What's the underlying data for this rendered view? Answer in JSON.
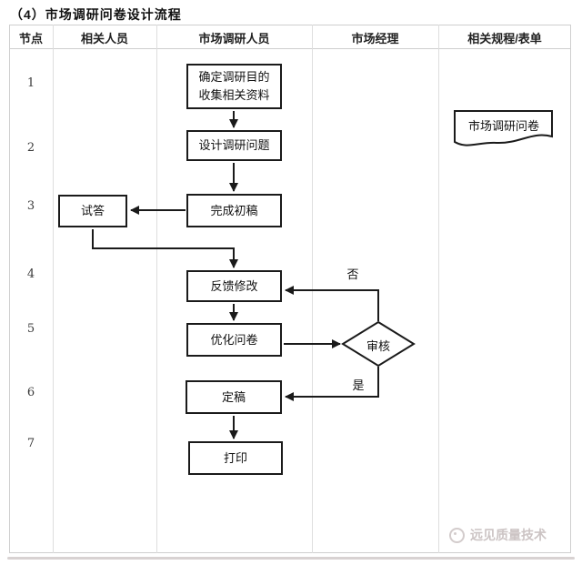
{
  "title": "（4）市场调研问卷设计流程",
  "table": {
    "headers": [
      "节点",
      "相关人员",
      "市场调研人员",
      "市场经理",
      "相关规程/表单"
    ],
    "node_numbers": [
      "1",
      "2",
      "3",
      "4",
      "5",
      "6",
      "7"
    ]
  },
  "flowchart": {
    "step1_line1": "确定调研目的",
    "step1_line2": "收集相关资料",
    "step2": "设计调研问题",
    "trial": "试答",
    "step3": "完成初稿",
    "step4": "反馈修改",
    "step5": "优化问卷",
    "decision": "审核",
    "step6": "定稿",
    "step7": "打印",
    "label_no": "否",
    "label_yes": "是",
    "document": "市场调研问卷"
  },
  "watermark": "远见质量技术",
  "colors": {
    "flow_line": "#1a1a1a",
    "table_border": "#cfcfcf",
    "watermark_gray": "#ccc4c4"
  }
}
